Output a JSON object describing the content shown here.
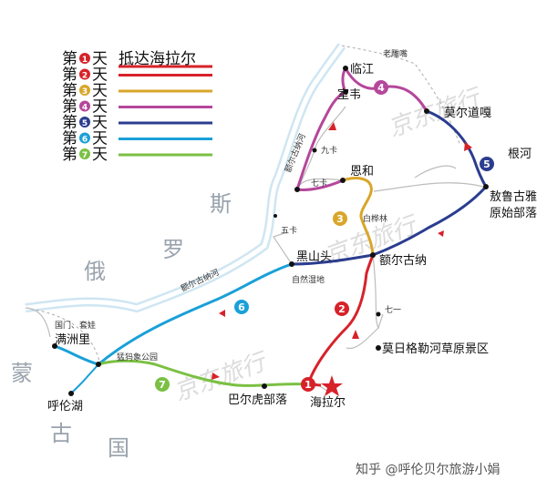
{
  "legend": {
    "items": [
      {
        "pre": "第",
        "num": "1",
        "post": "天",
        "note": "抵达海拉尔",
        "color": "#d7222a"
      },
      {
        "pre": "第",
        "num": "2",
        "post": "天",
        "note": "",
        "color": "#d7222a"
      },
      {
        "pre": "第",
        "num": "3",
        "post": "天",
        "note": "",
        "color": "#d8a62a"
      },
      {
        "pre": "第",
        "num": "4",
        "post": "天",
        "note": "",
        "color": "#b5479b"
      },
      {
        "pre": "第",
        "num": "5",
        "post": "天",
        "note": "",
        "color": "#2b3d8f"
      },
      {
        "pre": "第",
        "num": "6",
        "post": "天",
        "note": "",
        "color": "#1aa0d8"
      },
      {
        "pre": "第",
        "num": "7",
        "post": "天",
        "note": "",
        "color": "#7bc043"
      }
    ]
  },
  "places": {
    "laodiaozui": "老雕嘴",
    "linjiang": "临江",
    "shiwei": "室韦",
    "moerdaoga": "莫尔道嘎",
    "genhe": "根河",
    "aoluguya1": "敖鲁古雅",
    "aoluguya2": "原始部落",
    "jiuka": "九卡",
    "qika": "七卡",
    "enhe": "恩和",
    "baihualin": "白桦林",
    "wuka": "五卡",
    "heishantou": "黑山头",
    "erguna": "额尔古纳",
    "ziranshidi": "自然湿地",
    "qiyi": "七一",
    "mori": "莫日格勒河草原景区",
    "hailaer": "海拉尔",
    "baerhu": "巴尔虎部落",
    "mengmaxiang": "猛犸象公园",
    "manzhouli": "满洲里",
    "guomen": "国门、套娃",
    "hulunhu": "呼伦湖",
    "river": "额尔古纳河"
  },
  "regions": {
    "si": "斯",
    "luo": "罗",
    "e": "俄",
    "meng": "蒙",
    "gu": "古",
    "guo": "国"
  },
  "markers": [
    "1",
    "2",
    "3",
    "4",
    "5",
    "6",
    "7"
  ],
  "watermark": "京东旅行",
  "credit": "知乎 @呼伦贝尔旅游小娟"
}
